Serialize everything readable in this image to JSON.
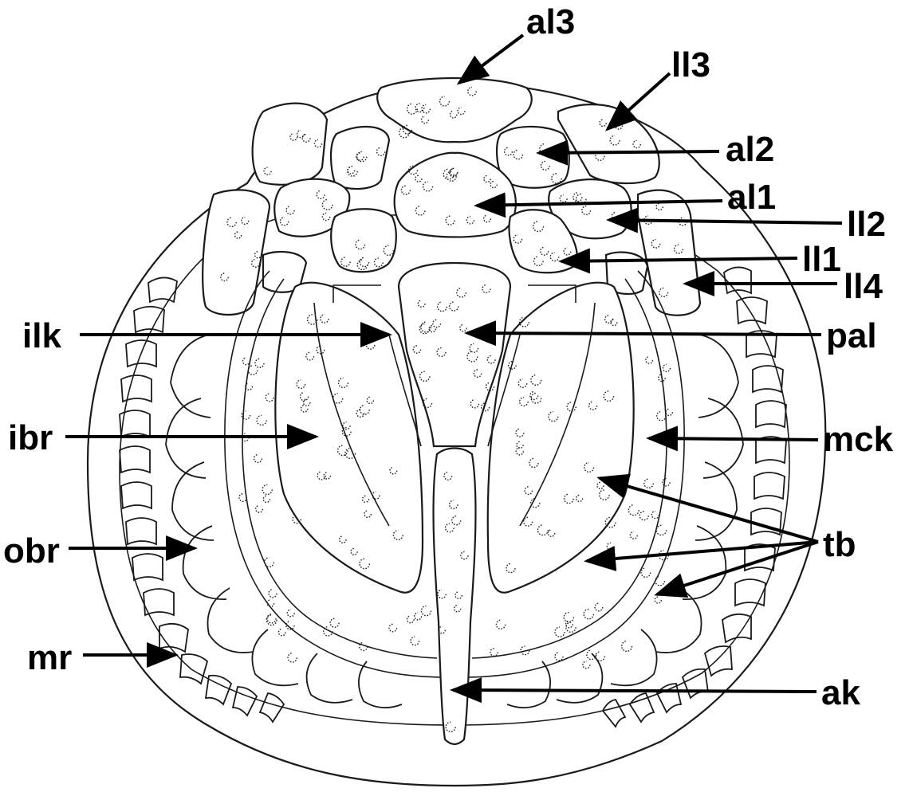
{
  "labels": {
    "al3": "al3",
    "ll3": "ll3",
    "al2": "al2",
    "al1": "al1",
    "ll2": "ll2",
    "ll1": "ll1",
    "ll4": "ll4",
    "ilk": "ilk",
    "pal": "pal",
    "ibr": "ibr",
    "mck": "mck",
    "tb": "tb",
    "obr": "obr",
    "mr": "mr",
    "ak": "ak"
  },
  "colors": {
    "line": "#1a1a1a",
    "arrow": "#000000",
    "background": "#ffffff"
  }
}
